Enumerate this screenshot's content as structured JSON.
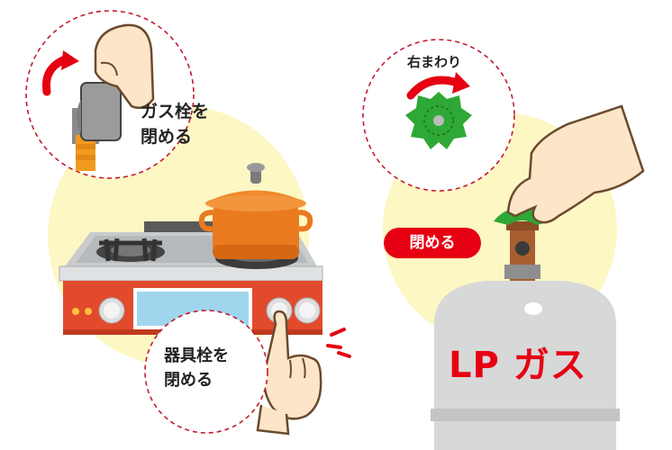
{
  "labels": {
    "gas_valve_close": [
      "ガス栓を",
      "閉める"
    ],
    "appliance_valve_close": [
      "器具栓を",
      "閉める"
    ],
    "clockwise": "右まわり",
    "close_button": "閉める",
    "lp_gas": "LP ガス"
  },
  "colors": {
    "accent_red": "#e60012",
    "pot_orange": "#ea7a1e",
    "glow_yellow": "#fdf7c4",
    "cylinder_gray": "#d7d8d8",
    "valve_green": "#2ea836",
    "stove_red": "#e24a2c"
  },
  "icons": [
    "rotate-arrow-icon",
    "clockwise-arrow-icon",
    "alert-marks-icon"
  ]
}
